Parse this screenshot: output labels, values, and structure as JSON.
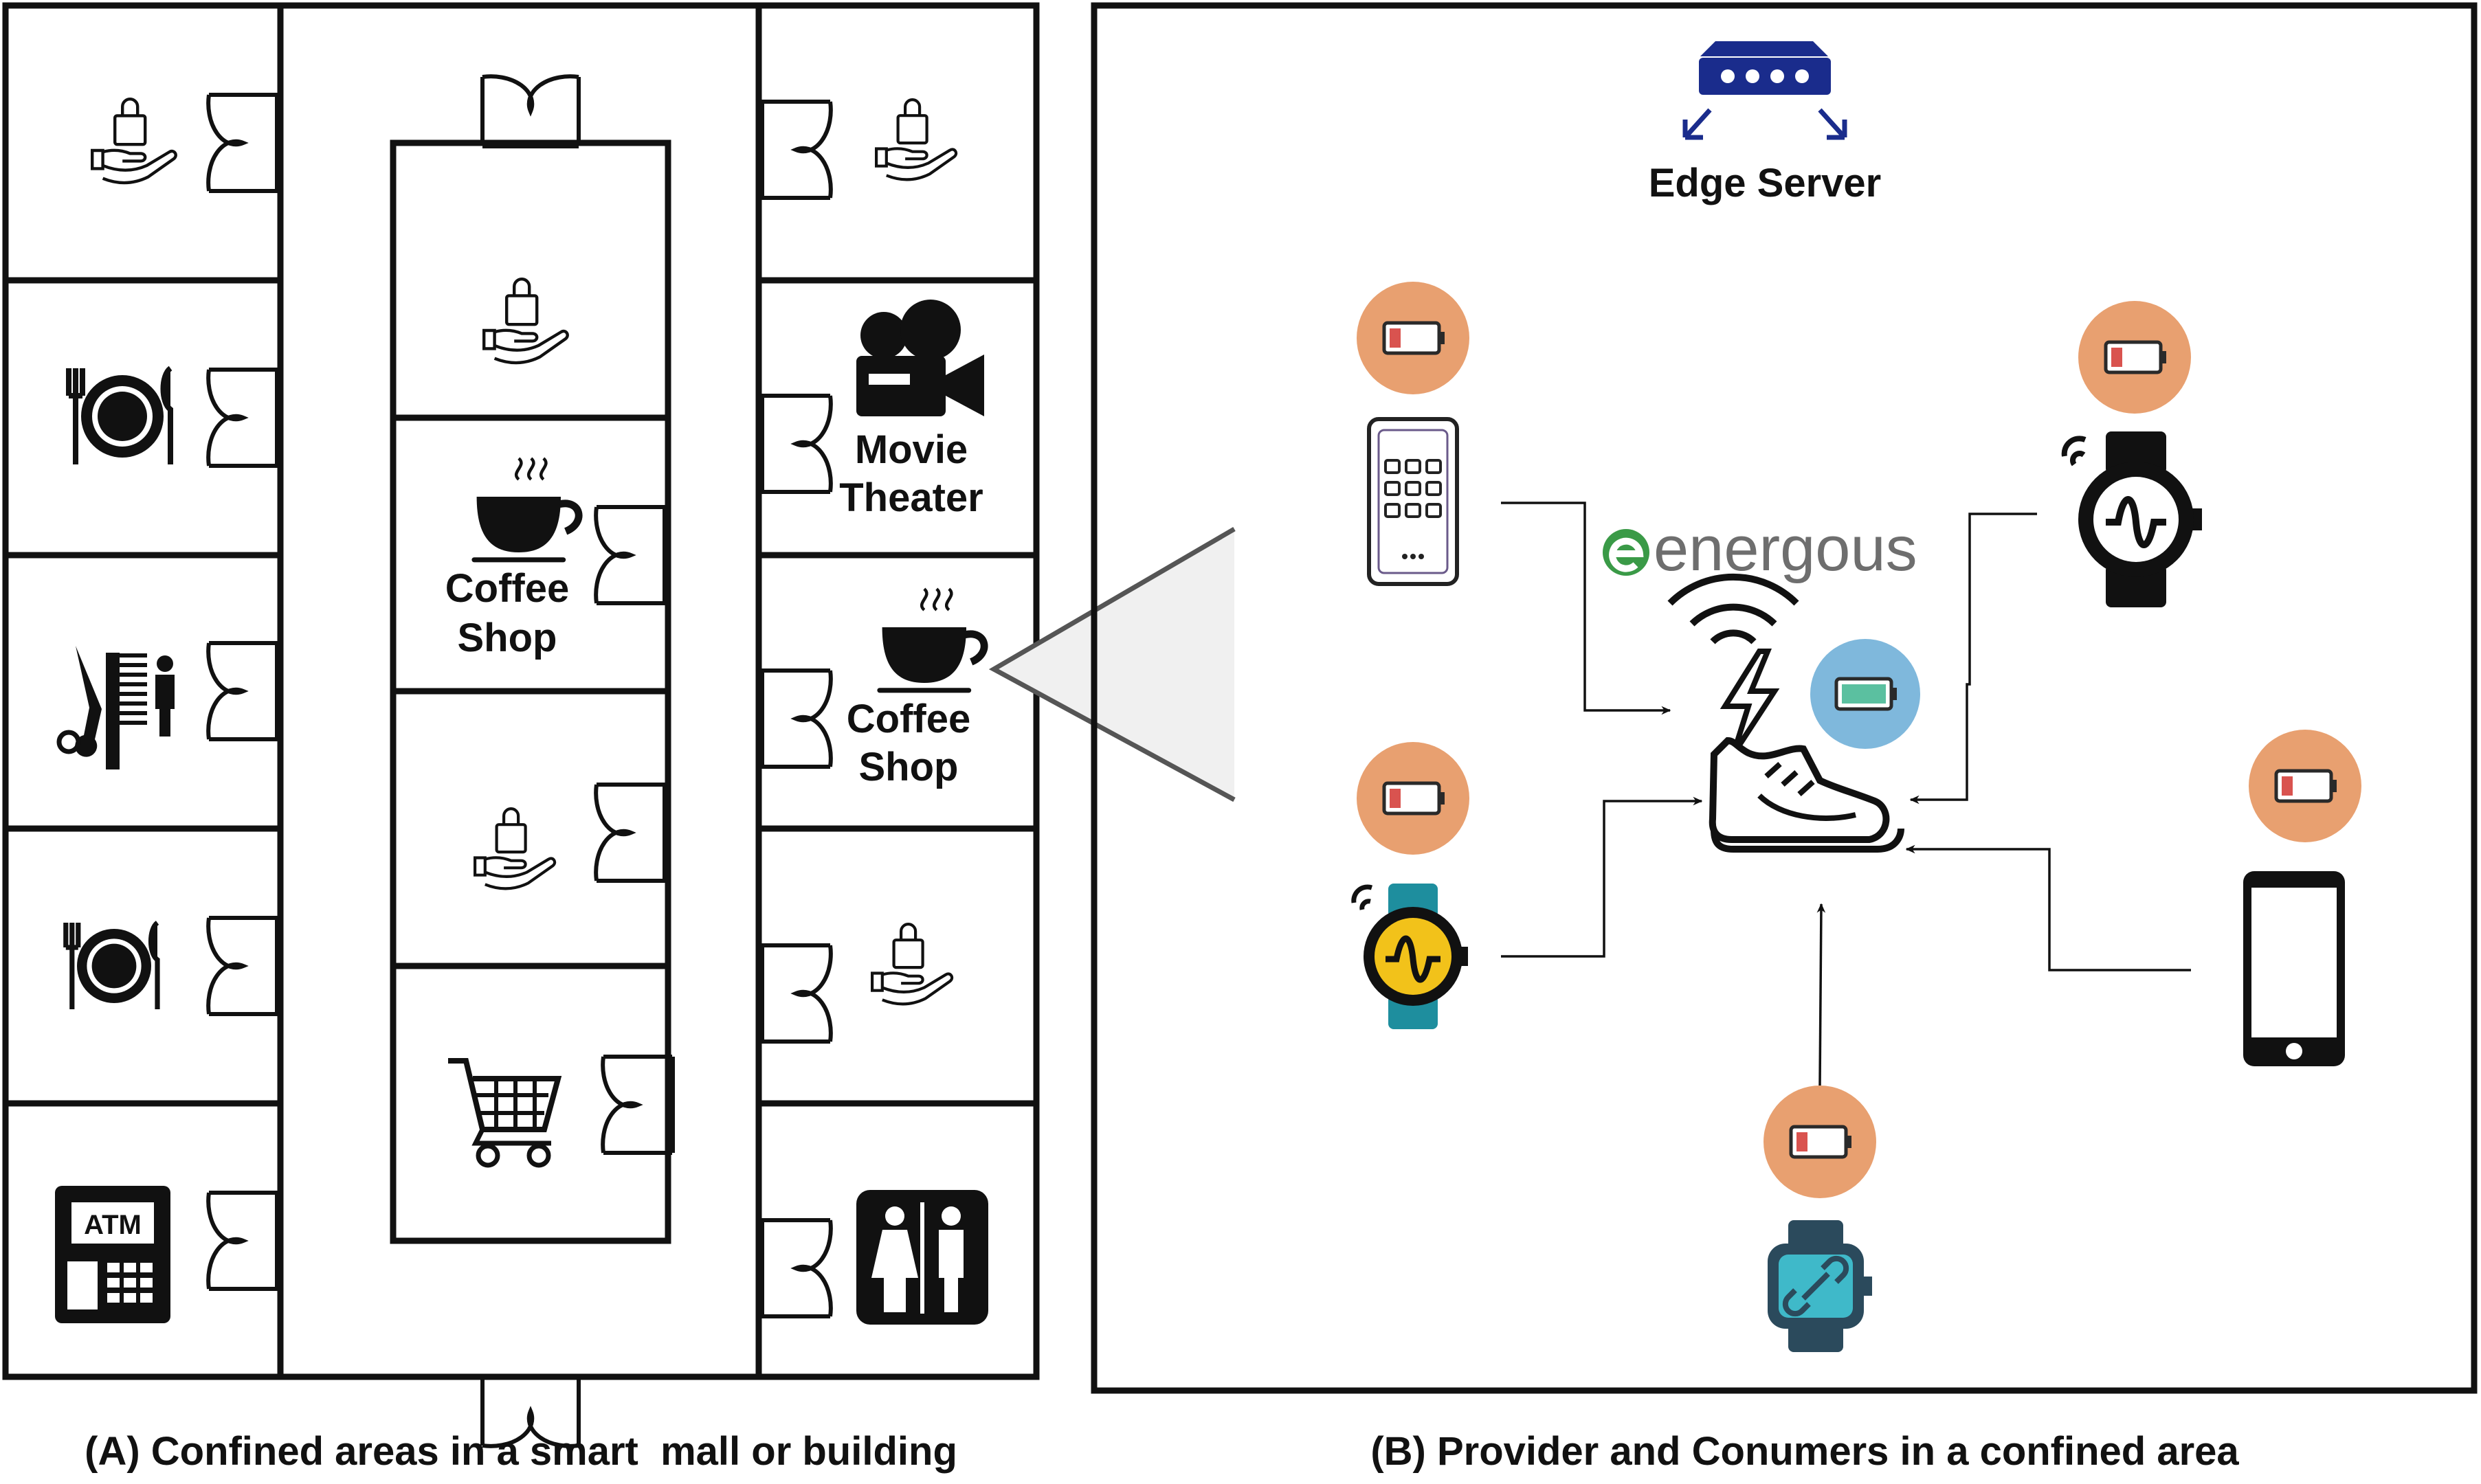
{
  "panel_a": {
    "caption": "(A) Confined areas in a smart  mall or building",
    "stores": {
      "movie_theater": [
        "Movie",
        "Theater"
      ],
      "coffee_shop_inner": [
        "Coffee",
        "Shop"
      ],
      "coffee_shop_right": [
        "Coffee",
        "Shop"
      ],
      "atm_label": "ATM"
    }
  },
  "panel_b": {
    "caption": "(B) Provider and Conumers in a confined area",
    "edge_server_label": "Edge Server",
    "brand_logo_text": "energous"
  },
  "colors": {
    "battery_circle": "#E8A070",
    "battery_low": "#D9534F",
    "battery_full": "#5BC0A0",
    "charged_circle": "#7FB8DC",
    "server_blue": "#1A2C8C",
    "brand_green": "#3A9A47",
    "brand_gray": "#6E6E6E",
    "watch_yellow": "#F2C21A",
    "watch_teal": "#1E8E9E",
    "watch3_teal": "#3FB9C9",
    "watch3_dark": "#2B4A5C"
  },
  "icons": [
    "shopping-bag-hand-icon",
    "dining-icon",
    "barber-icon",
    "atm-icon",
    "cart-icon",
    "coffee-cup-icon",
    "movie-camera-icon",
    "restroom-icon",
    "edge-server-icon",
    "battery-icon",
    "smartphone-icon",
    "smartwatch-icon",
    "sneaker-icon",
    "wireless-charge-icon"
  ]
}
